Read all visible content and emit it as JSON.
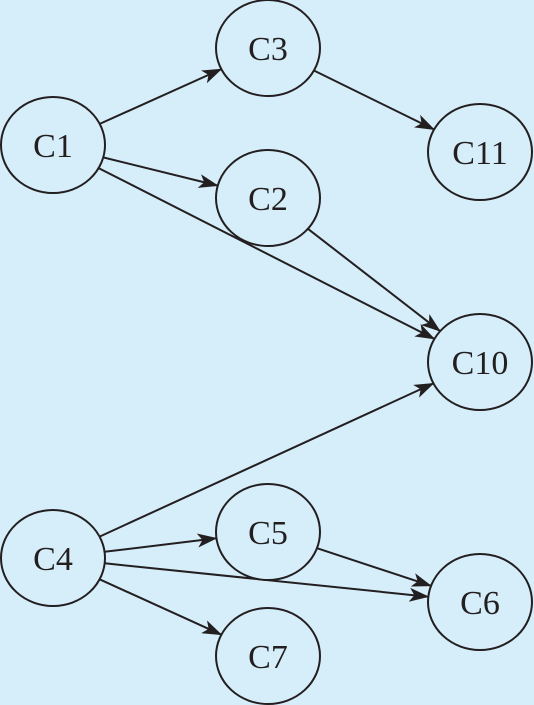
{
  "diagram": {
    "type": "directed-graph",
    "colors": {
      "background": "#d6eefa",
      "stroke": "#231f20"
    },
    "nodes": [
      {
        "id": "C1",
        "label": "C1"
      },
      {
        "id": "C2",
        "label": "C2"
      },
      {
        "id": "C3",
        "label": "C3"
      },
      {
        "id": "C4",
        "label": "C4"
      },
      {
        "id": "C5",
        "label": "C5"
      },
      {
        "id": "C6",
        "label": "C6"
      },
      {
        "id": "C7",
        "label": "C7"
      },
      {
        "id": "C10",
        "label": "C10"
      },
      {
        "id": "C11",
        "label": "C11"
      }
    ],
    "edges": [
      {
        "from": "C1",
        "to": "C3"
      },
      {
        "from": "C1",
        "to": "C2"
      },
      {
        "from": "C1",
        "to": "C10"
      },
      {
        "from": "C3",
        "to": "C11"
      },
      {
        "from": "C2",
        "to": "C10"
      },
      {
        "from": "C4",
        "to": "C10"
      },
      {
        "from": "C4",
        "to": "C5"
      },
      {
        "from": "C4",
        "to": "C6"
      },
      {
        "from": "C4",
        "to": "C7"
      },
      {
        "from": "C5",
        "to": "C6"
      }
    ]
  }
}
